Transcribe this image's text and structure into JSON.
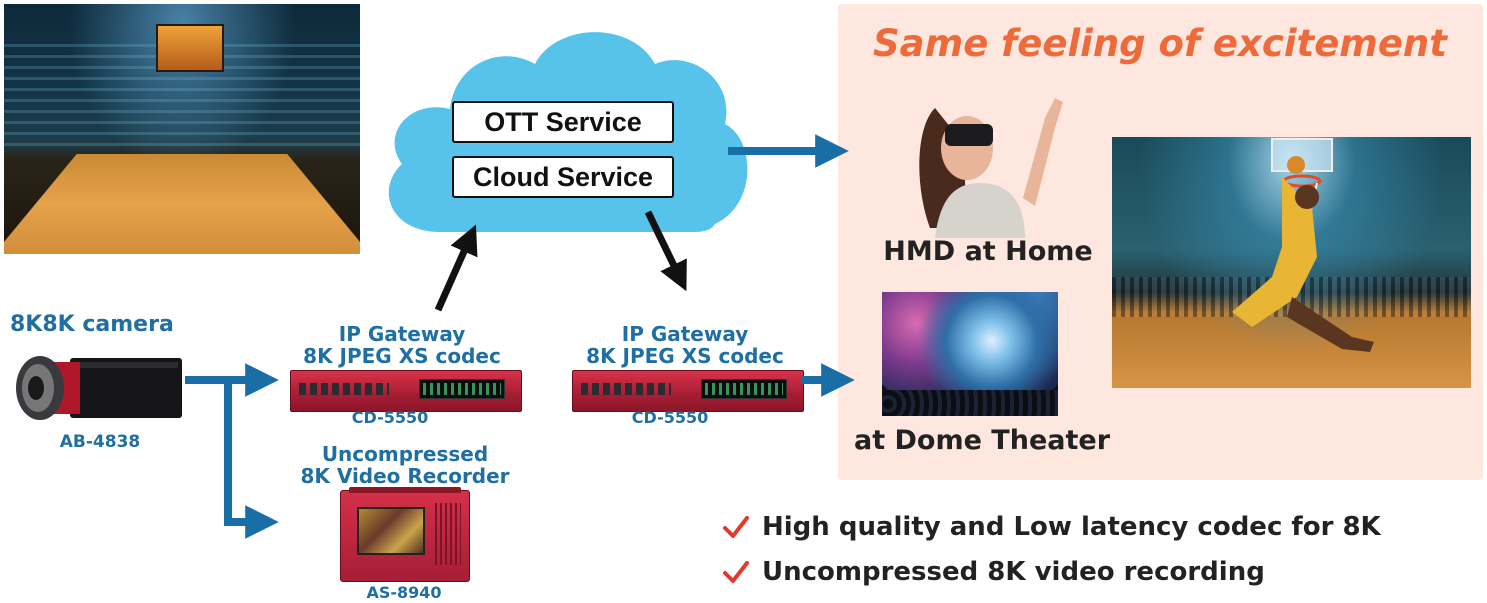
{
  "headline": "Same feeling of excitement",
  "cloud": {
    "ott": "OTT Service",
    "cloud": "Cloud Service"
  },
  "camera": {
    "title": "8K8K camera",
    "model": "AB-4838"
  },
  "gateway_left": {
    "line1": "IP Gateway",
    "line2": "8K JPEG XS codec",
    "model": "CD-5550"
  },
  "gateway_right": {
    "line1": "IP Gateway",
    "line2": "8K JPEG XS codec",
    "model": "CD-5550"
  },
  "recorder": {
    "line1": "Uncompressed",
    "line2": "8K Video Recorder",
    "model": "AS-8940"
  },
  "viewers": {
    "hmd": "HMD at Home",
    "dome": "at Dome Theater"
  },
  "bullets": [
    "High quality and Low latency codec for 8K",
    "Uncompressed 8K video recording"
  ],
  "colors": {
    "arrow_blue": "#1a6ea6",
    "label_blue": "#1f6fa3",
    "cloud": "#58c3ea",
    "headline": "#ee6a3a",
    "panel": "#fde7df",
    "check": "#e23a2a",
    "device_red": "#c1263d"
  },
  "icons": [
    "check-icon",
    "cloud-icon",
    "arrow-icon"
  ]
}
